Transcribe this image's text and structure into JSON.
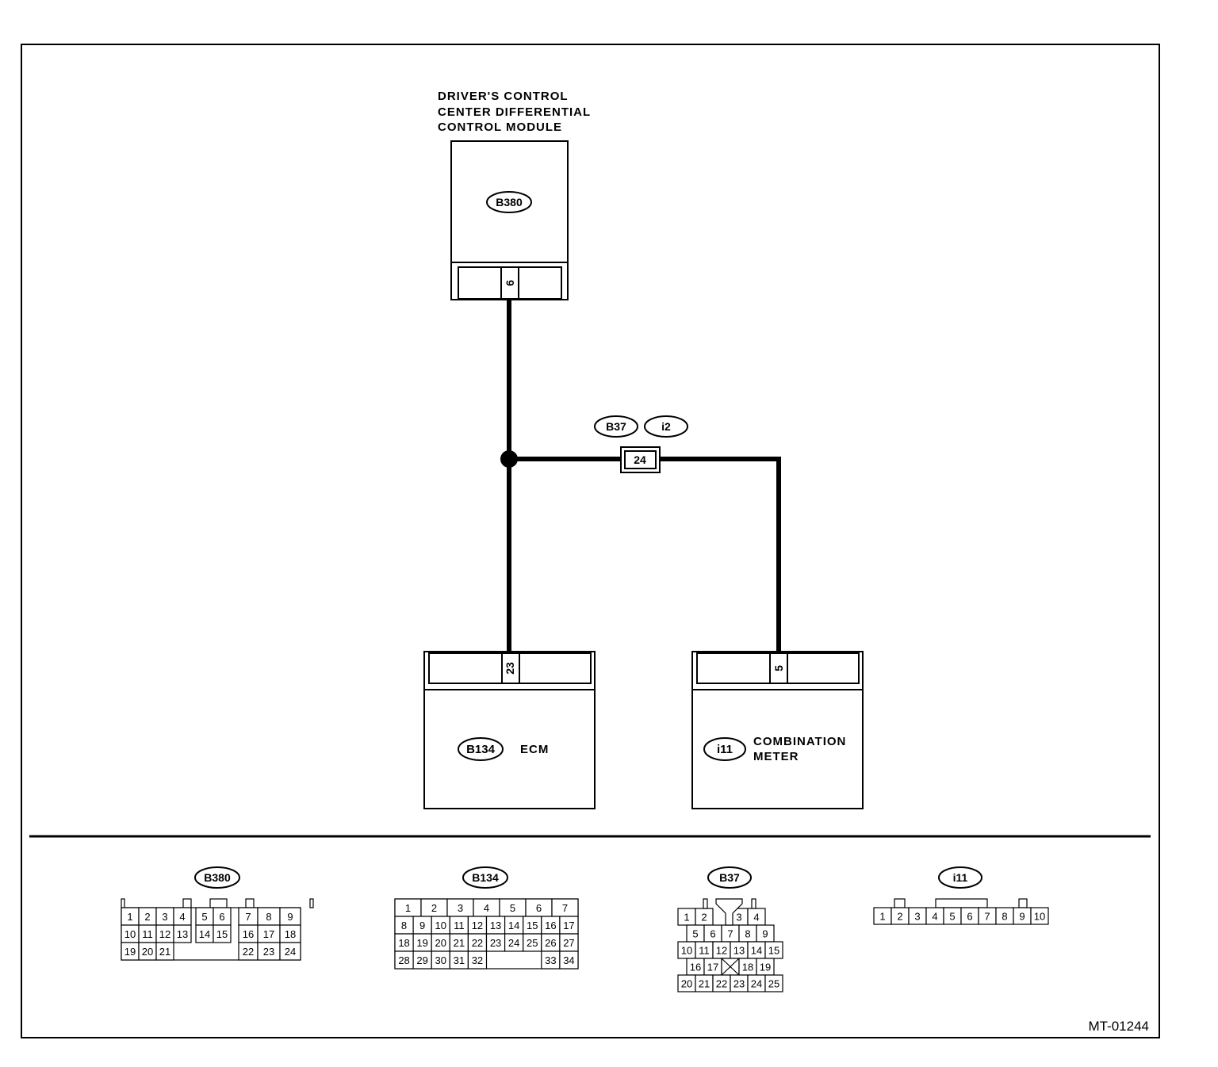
{
  "components": {
    "dccd_module": {
      "label_lines": [
        "DRIVER'S CONTROL",
        "CENTER DIFFERENTIAL",
        "CONTROL MODULE"
      ],
      "connector_id": "B380",
      "pin": "6"
    },
    "ecm": {
      "label": "ECM",
      "connector_id": "B134",
      "pin": "23"
    },
    "combination_meter": {
      "label_lines": [
        "COMBINATION",
        "METER"
      ],
      "connector_id": "i11",
      "pin": "5"
    }
  },
  "junction_connector": {
    "ids": [
      "B37",
      "i2"
    ],
    "pin": "24"
  },
  "connector_views": {
    "b380": {
      "id": "B380",
      "rows": [
        [
          "1",
          "2",
          "3",
          "4",
          "",
          "5",
          "6",
          "",
          "7",
          "8",
          "9"
        ],
        [
          "10",
          "11",
          "12",
          "13",
          "",
          "14",
          "15",
          "",
          "16",
          "17",
          "18"
        ],
        [
          "19",
          "20",
          "21",
          "",
          "",
          "",
          "",
          "",
          "22",
          "23",
          "24"
        ]
      ]
    },
    "b134": {
      "id": "B134",
      "rows": [
        [
          "1",
          "2",
          "3",
          "4",
          "5",
          "6",
          "7"
        ],
        [
          "8",
          "9",
          "10",
          "11",
          "12",
          "13",
          "14",
          "15",
          "16",
          "17"
        ],
        [
          "18",
          "19",
          "20",
          "21",
          "22",
          "23",
          "24",
          "25",
          "26",
          "27"
        ],
        [
          "28",
          "29",
          "30",
          "31",
          "32",
          "",
          "",
          "",
          "33",
          "34"
        ]
      ]
    },
    "b37": {
      "id": "B37",
      "rows": [
        [
          "1",
          "2",
          "",
          "3",
          "4"
        ],
        [
          "5",
          "6",
          "7",
          "8",
          "9"
        ],
        [
          "10",
          "11",
          "12",
          "13",
          "14",
          "15"
        ],
        [
          "16",
          "17",
          "",
          "18",
          "19"
        ],
        [
          "20",
          "21",
          "22",
          "23",
          "24",
          "25"
        ]
      ]
    },
    "i11": {
      "id": "i11",
      "pins": [
        "1",
        "2",
        "3",
        "4",
        "5",
        "6",
        "7",
        "8",
        "9",
        "10"
      ]
    }
  },
  "figure_code": "MT-01244"
}
